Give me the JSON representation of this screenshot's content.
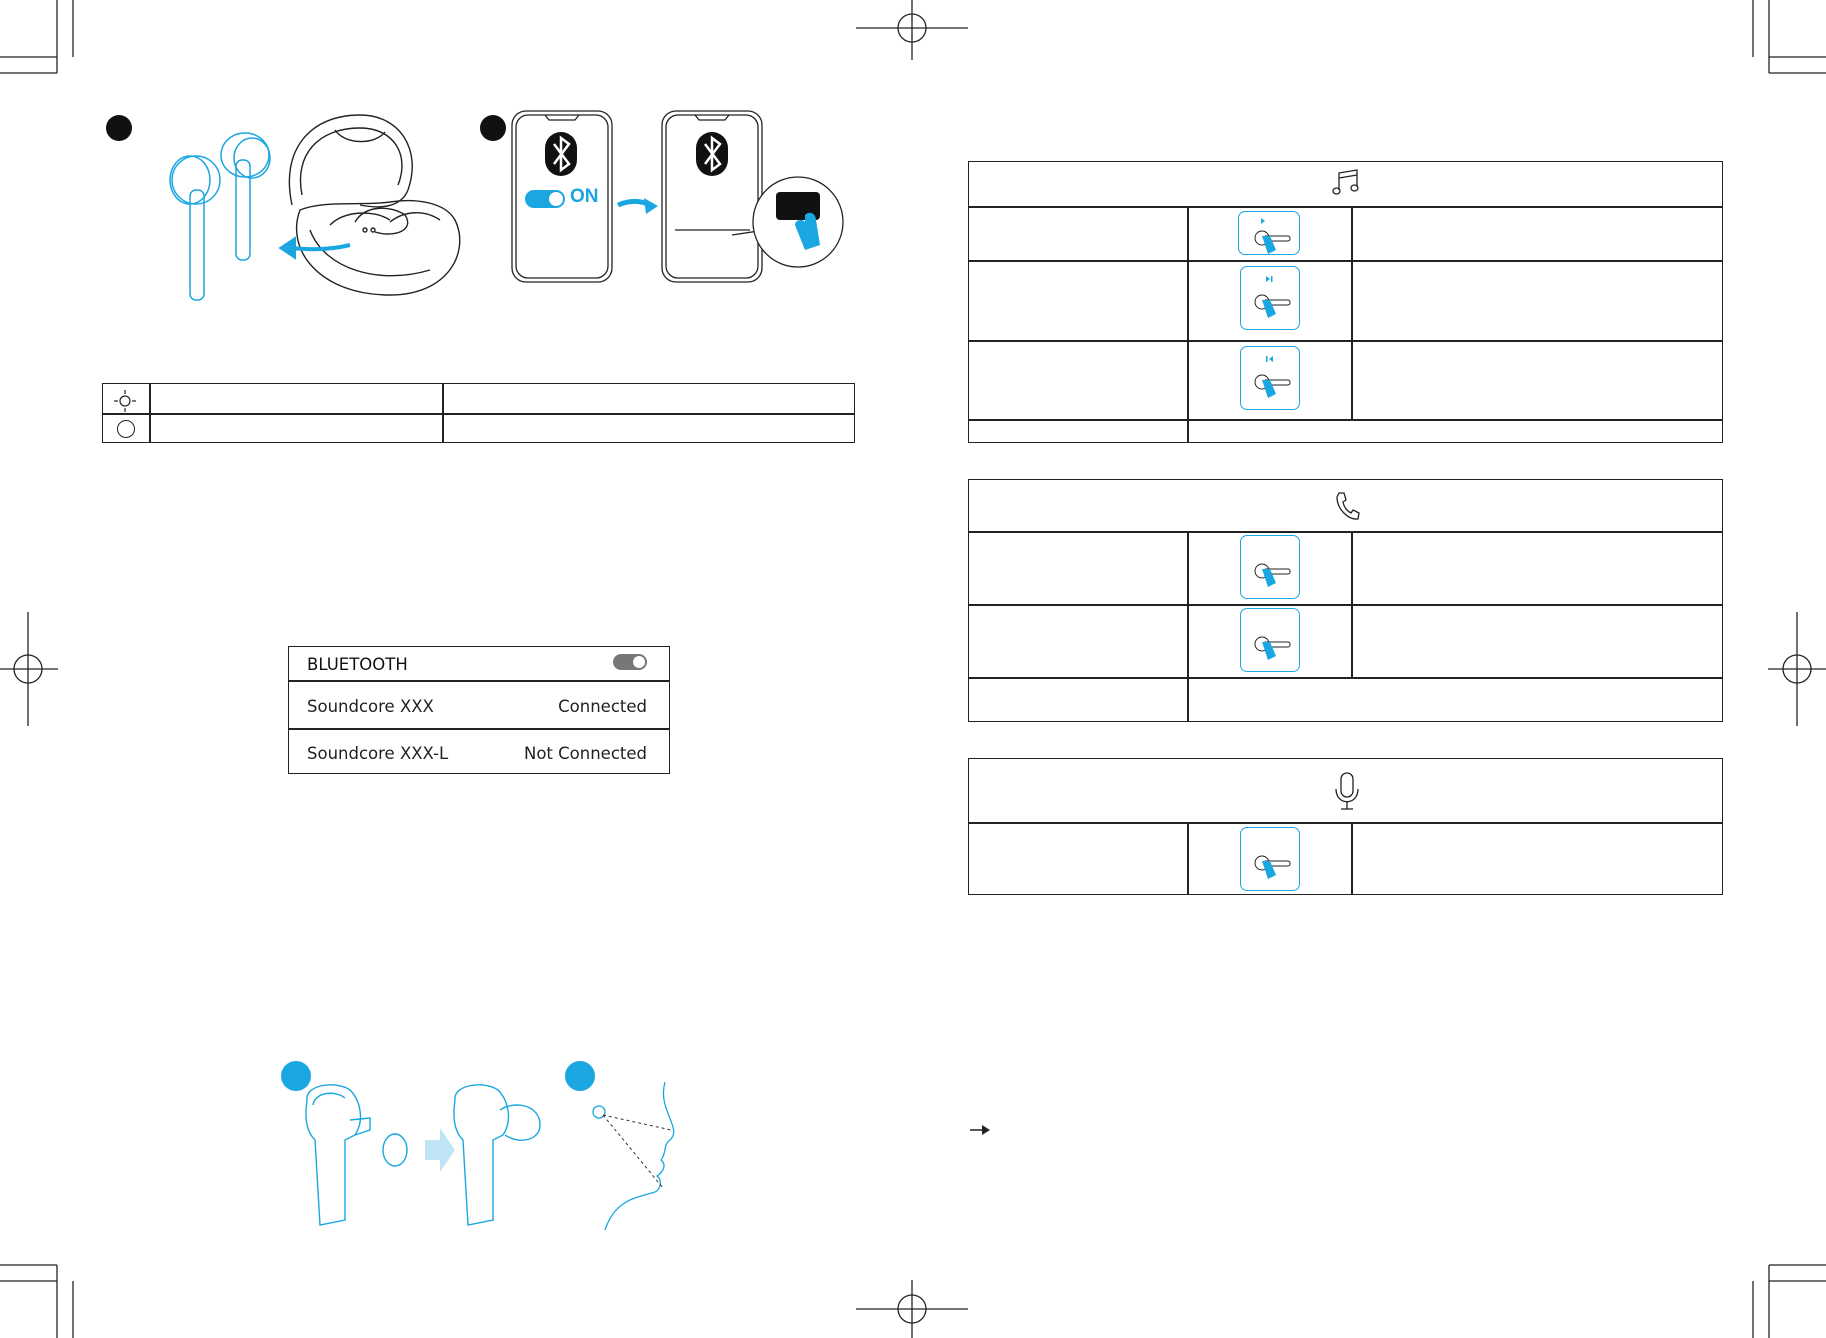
{
  "pairing_step1": {
    "toggle_text": "ON"
  },
  "bluetooth_panel": {
    "header": "BLUETOOTH",
    "devices": [
      {
        "name": "Soundcore XXX",
        "status": "Connected"
      },
      {
        "name": "Soundcore XXX-L",
        "status": "Not Connected"
      }
    ]
  },
  "icons": {
    "music": "music-note-icon",
    "call": "phone-icon",
    "voice": "microphone-icon",
    "led_blink": "led-blink-icon",
    "led_off": "led-off-icon",
    "arrow": "arrow-right-icon"
  },
  "colors": {
    "accent": "#1AA6E0",
    "line": "#222222",
    "badge": "#1AA6E0"
  }
}
